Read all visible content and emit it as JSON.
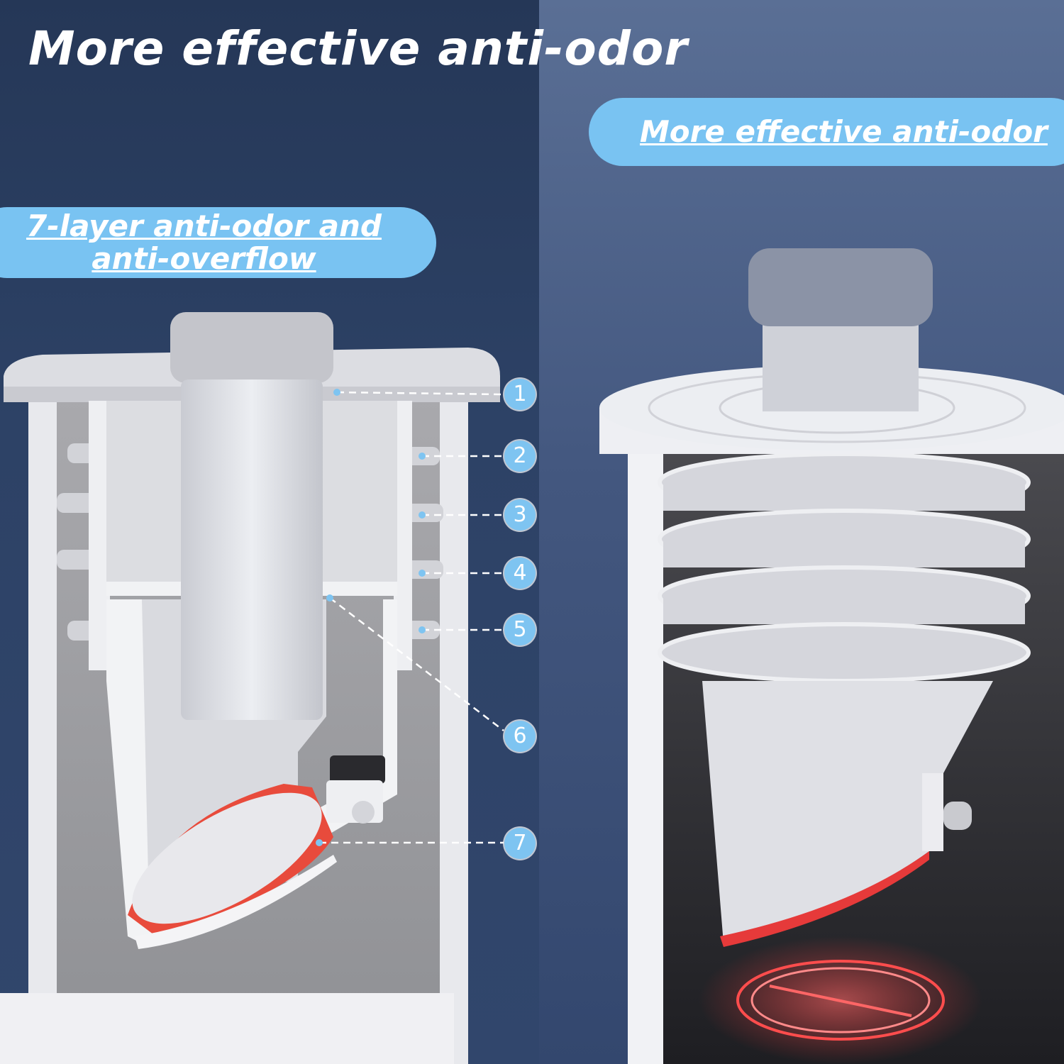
{
  "title": "More effective anti-odor",
  "right_badge": "More effective anti-odor",
  "left_badge": {
    "line1": "7-layer anti-odor and",
    "line2": "anti-overflow"
  },
  "layer_markers": [
    "1",
    "2",
    "3",
    "4",
    "5",
    "6",
    "7"
  ],
  "colors": {
    "badge": "#79c3f2",
    "seal_red": "#e84b3c",
    "background_left": "#2d4266",
    "background_right": "#4a5e86"
  }
}
